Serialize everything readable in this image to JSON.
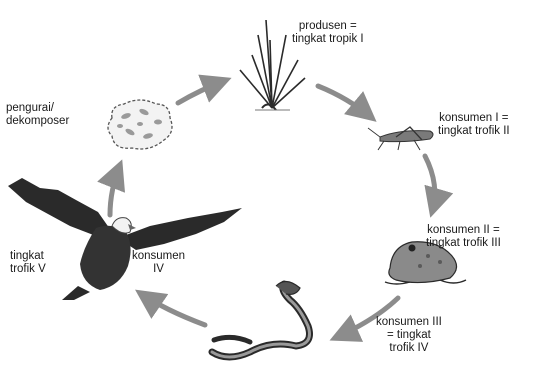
{
  "nodes": {
    "producer": {
      "label": "produsen =\ntingkat tropik I",
      "icon": "grass-plant-icon"
    },
    "consumer1": {
      "label": "konsumen I =\ntingkat trofik II",
      "icon": "grasshopper-icon"
    },
    "consumer2": {
      "label": "konsumen II =\ntingkat trofik III",
      "icon": "frog-icon"
    },
    "consumer3": {
      "label": "konsumen III\n= tingkat\ntrofik IV",
      "icon": "snake-icon"
    },
    "consumer4": {
      "label_role": "konsumen\nIV",
      "label_level": "tingkat\ntrofik V",
      "icon": "eagle-icon"
    },
    "decomposer": {
      "label": "pengurai/\ndekomposer",
      "icon": "bacteria-icon"
    }
  },
  "colors": {
    "arrow": "#8c8c8c",
    "text": "#1a1a1a",
    "illustration": "#2a2a2a"
  }
}
